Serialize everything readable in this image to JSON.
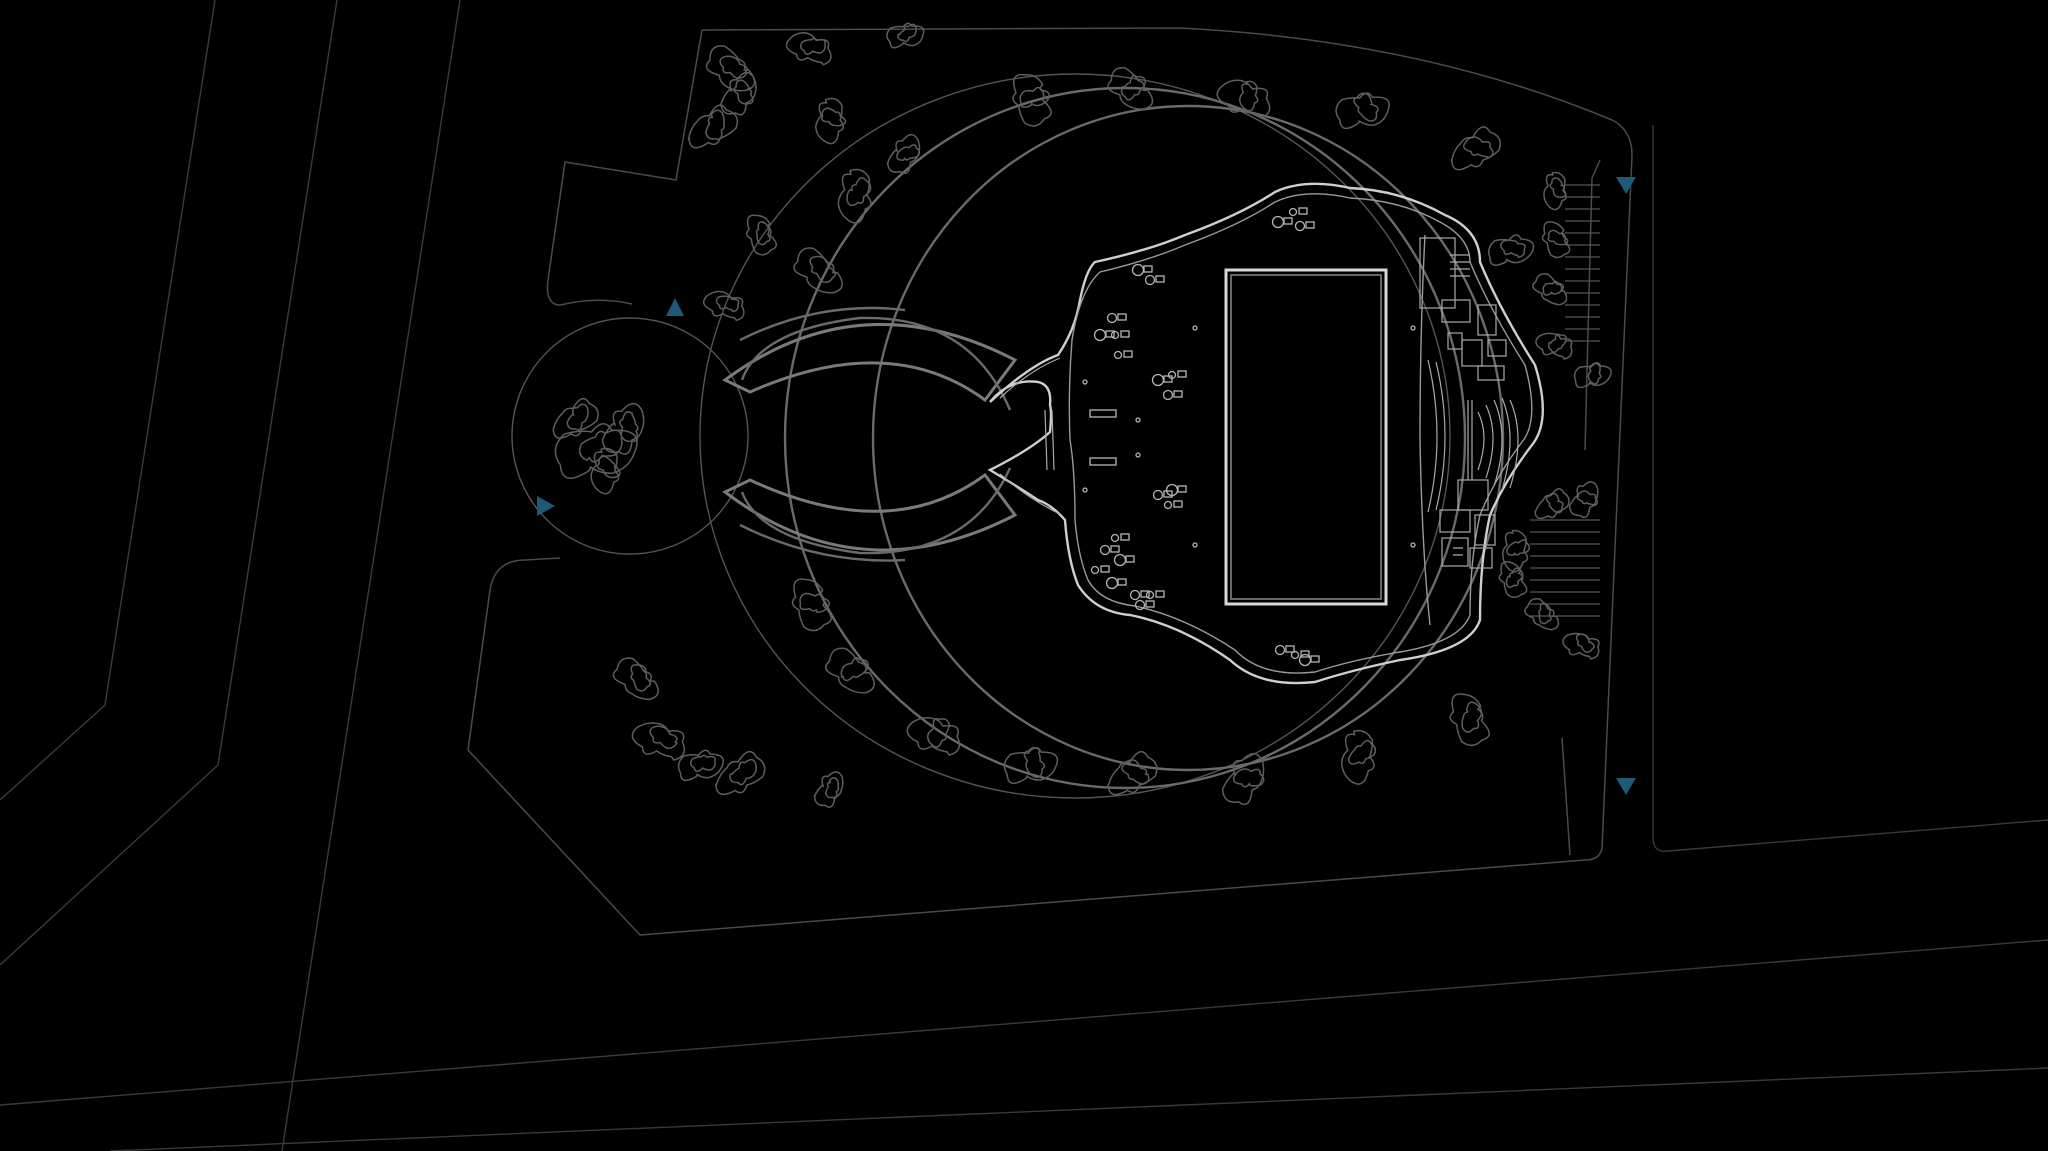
{
  "drawing": {
    "type": "site-plan",
    "theme": {
      "background": "#000000",
      "line_color": "#cfcfcf",
      "entrance_marker_color": "#1e5a78"
    },
    "entrance_markers": [
      {
        "direction": "up"
      },
      {
        "direction": "right"
      },
      {
        "direction": "down"
      },
      {
        "direction": "down"
      }
    ],
    "elements": [
      "roads",
      "site-boundary",
      "circular-plaza",
      "landscape-rings",
      "entry-bridge",
      "building-outline",
      "central-pool",
      "seating-groups",
      "auditorium",
      "service-core",
      "trees"
    ]
  }
}
